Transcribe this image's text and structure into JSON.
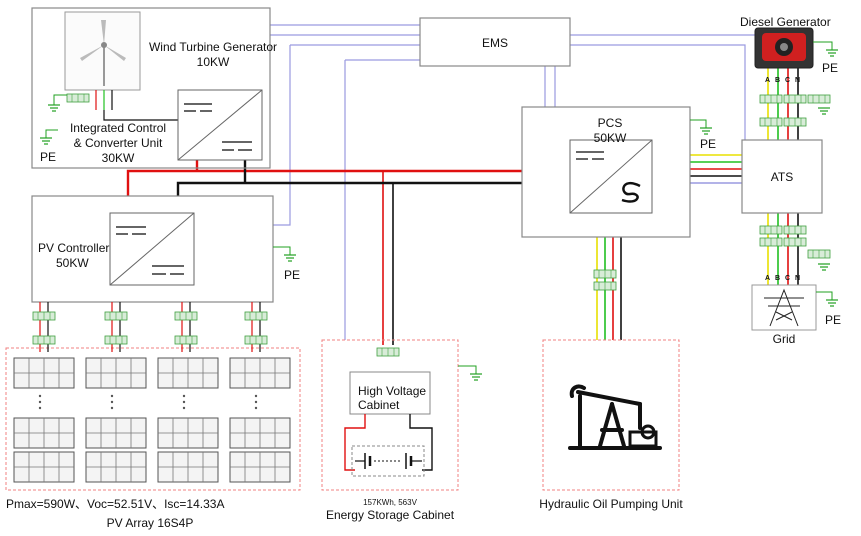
{
  "wind_turbine": {
    "title": "Wind Turbine Generator",
    "rating": "10KW"
  },
  "control_unit": {
    "line1": "Integrated Control",
    "line2": "& Converter Unit",
    "rating": "30KW"
  },
  "ems": {
    "label": "EMS"
  },
  "diesel_generator": {
    "label": "Diesel Generator"
  },
  "pcs": {
    "label": "PCS",
    "rating": "50KW"
  },
  "ats": {
    "label": "ATS"
  },
  "pv_controller": {
    "label": "PV Controller",
    "rating": "50KW"
  },
  "ground": {
    "label": "PE"
  },
  "phases": {
    "a": "A",
    "b": "B",
    "c": "C",
    "n": "N"
  },
  "grid": {
    "label": "Grid"
  },
  "hv_cabinet": {
    "line1": "High Voltage",
    "line2": "Cabinet"
  },
  "storage": {
    "spec": "157KWh, 563V",
    "label": "Energy Storage Cabinet"
  },
  "pump": {
    "label": "Hydraulic Oil Pumping Unit"
  },
  "pv_array": {
    "spec": "Pmax=590W、Voc=52.51V、Isc=14.33A",
    "label": "PV Array 16S4P"
  },
  "colors": {
    "dc_positive": "#e01010",
    "dc_negative": "#111111",
    "comm": "#9a9ae0",
    "ac_yellow": "#e8e000",
    "ac_green": "#20c020",
    "box": "#888888",
    "dashed": "#f08080"
  }
}
